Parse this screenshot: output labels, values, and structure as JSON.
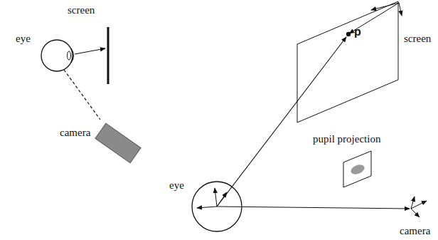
{
  "diagram": {
    "labels": [
      "screen",
      "eye",
      "camera",
      "eye",
      "p",
      "pupil projection",
      "screen",
      "camera"
    ]
  }
}
